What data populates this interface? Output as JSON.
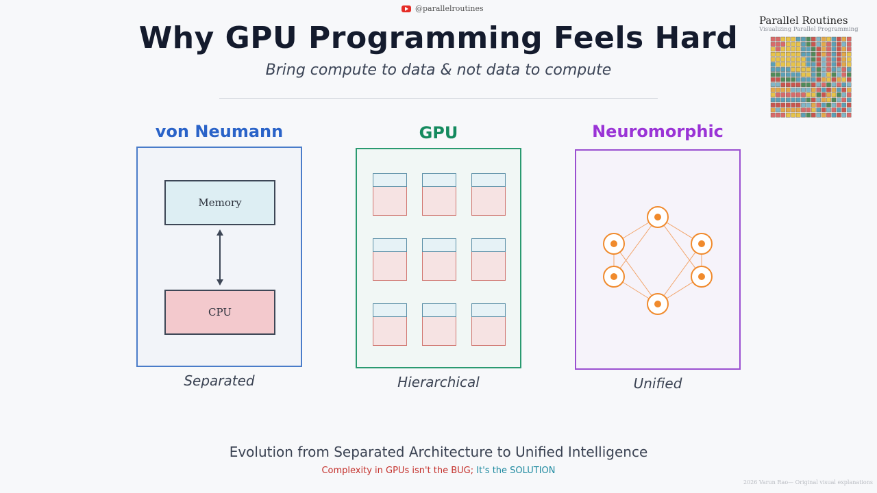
{
  "header": {
    "channel_handle": "@parallelroutines",
    "title": "Why GPU Programming Feels Hard",
    "subtitle": "Bring compute to data & not data to compute"
  },
  "brand": {
    "name": "Parallel Routines",
    "tagline": "Visualizing Parallel Programming"
  },
  "columns": [
    {
      "title": "von Neumann",
      "caption": "Separated",
      "color": "#2a63c8",
      "panel_bg": "#f2f4f9"
    },
    {
      "title": "GPU",
      "caption": "Hierarchical",
      "color": "#148a5e",
      "panel_bg": "#f1f7f5"
    },
    {
      "title": "Neuromorphic",
      "caption": "Unified",
      "color": "#9a34d6",
      "panel_bg": "#f6f3fa"
    }
  ],
  "von_neumann": {
    "memory_label": "Memory",
    "cpu_label": "CPU"
  },
  "footer": {
    "main": "Evolution from Separated Architecture to Unified Intelligence",
    "sub_part1": "Complexity in GPUs isn't the BUG;",
    "sub_part2": "It's the SOLUTION",
    "sub_color1": "#c4302b",
    "sub_color2": "#1f8aa0",
    "credit": "2026 Varun Rao— Original visual explanations"
  },
  "colors": {
    "memory_fill": "#ddeef3",
    "cpu_fill": "#f3c9cd",
    "neuron": "#f08a2c"
  }
}
